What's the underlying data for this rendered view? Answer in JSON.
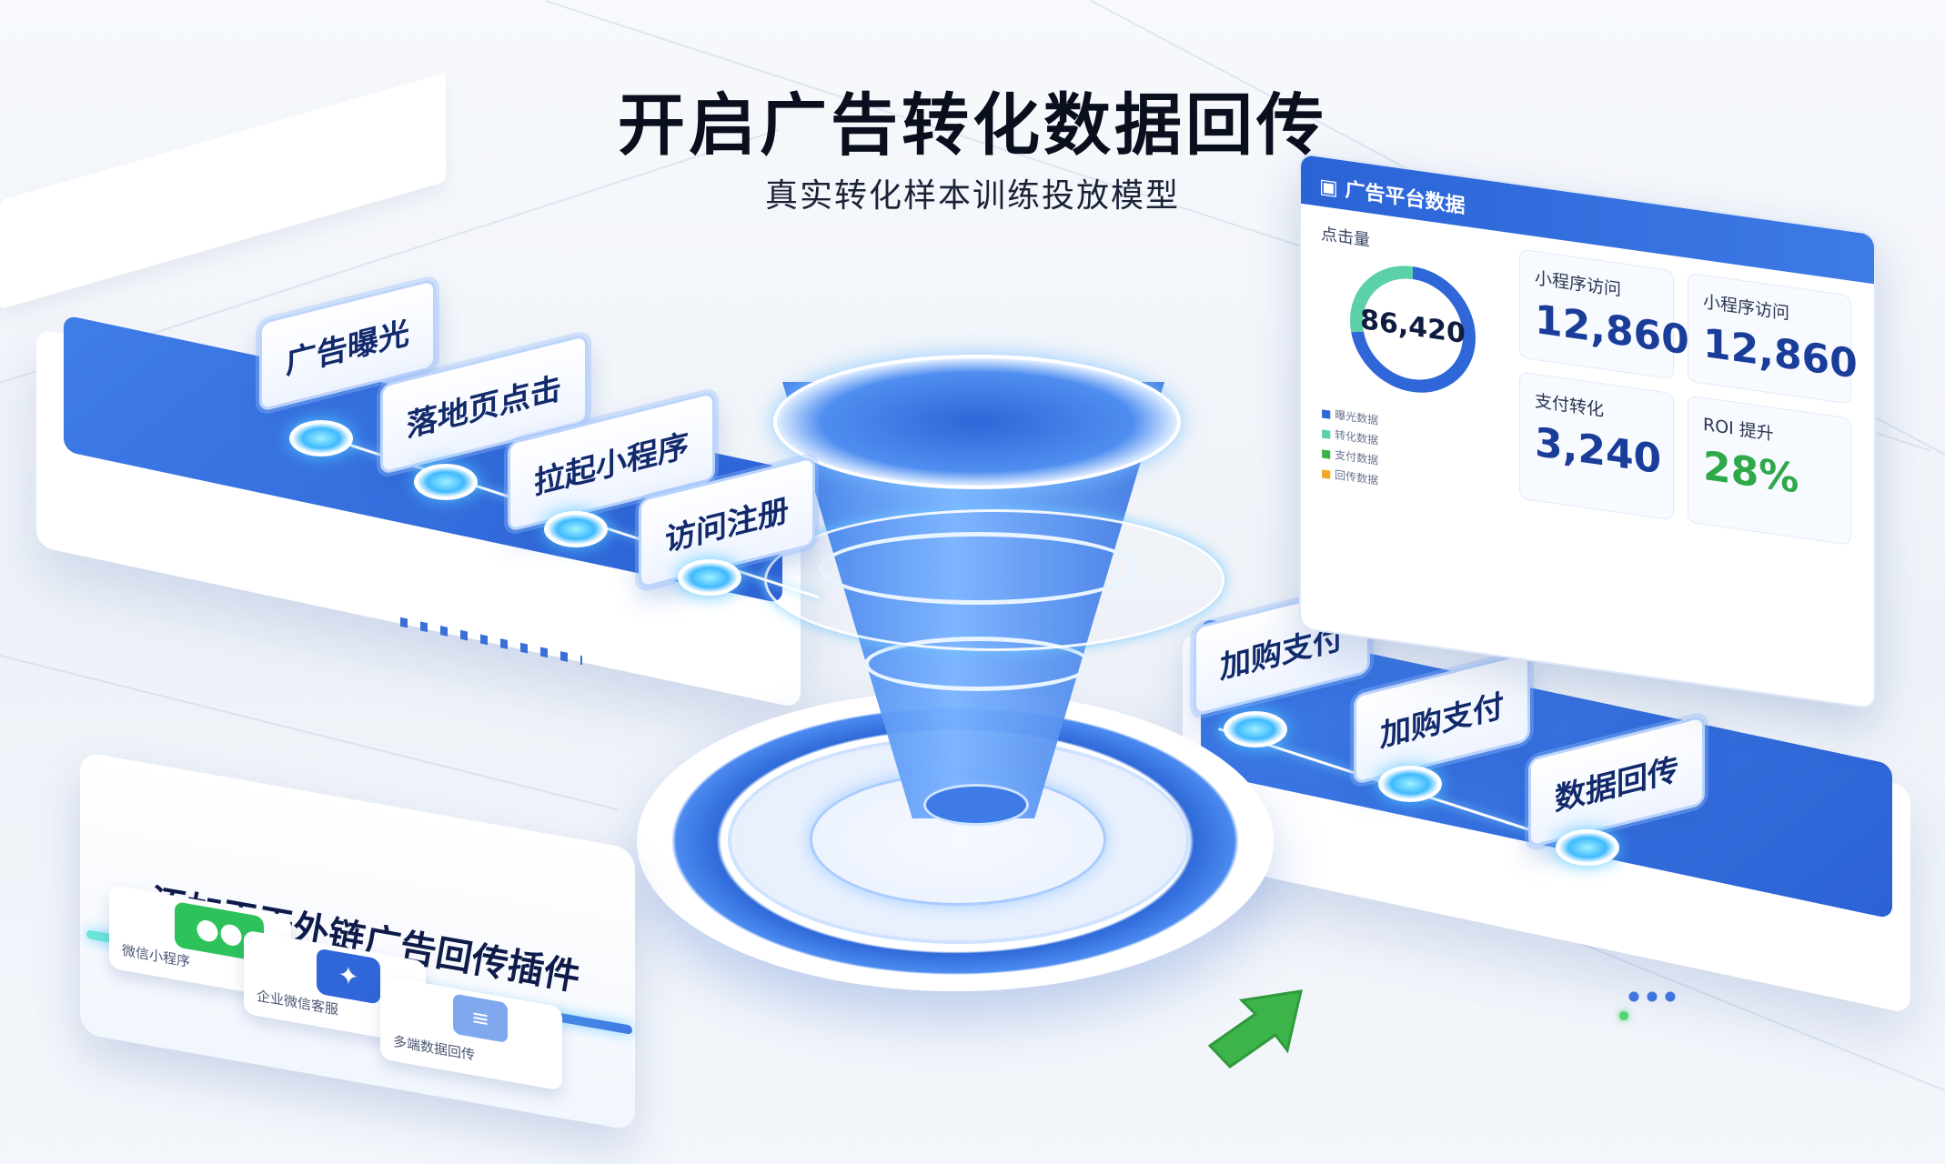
{
  "header": {
    "title": "开启广告转化数据回传",
    "subtitle": "真实转化样本训练投放模型"
  },
  "steps": [
    {
      "label": "广告曝光"
    },
    {
      "label": "落地页点击"
    },
    {
      "label": "拉起小程序"
    },
    {
      "label": "访问注册"
    },
    {
      "label": "加购支付"
    },
    {
      "label": "加购支付"
    },
    {
      "label": "数据回传"
    }
  ],
  "dashboard": {
    "title": "广告平台数据",
    "donut_label": "点击量",
    "donut_value": "86,420",
    "donut_progress": 0.72,
    "legend": [
      "曝光数据",
      "转化数据",
      "支付数据",
      "回传数据"
    ],
    "cards": [
      {
        "label": "小程序访问",
        "value": "12,860"
      },
      {
        "label": "小程序访问",
        "value": "12,860"
      },
      {
        "label": "支付转化",
        "value": "3,240"
      },
      {
        "label": "ROI 提升",
        "value": "28%"
      }
    ]
  },
  "plugin": {
    "title": "添加天天外链广告回传插件",
    "items": [
      {
        "label": "微信小程序",
        "icon": "wechat-icon"
      },
      {
        "label": "企业微信客服",
        "icon": "feishu-icon"
      },
      {
        "label": "多端数据回传",
        "icon": "data-icon"
      }
    ]
  },
  "colors": {
    "accent": "#2c62d4",
    "accent_light": "#4a8cf0",
    "glow": "#5fd2ff",
    "green": "#3cb44a",
    "wechat": "#2dc35a"
  }
}
